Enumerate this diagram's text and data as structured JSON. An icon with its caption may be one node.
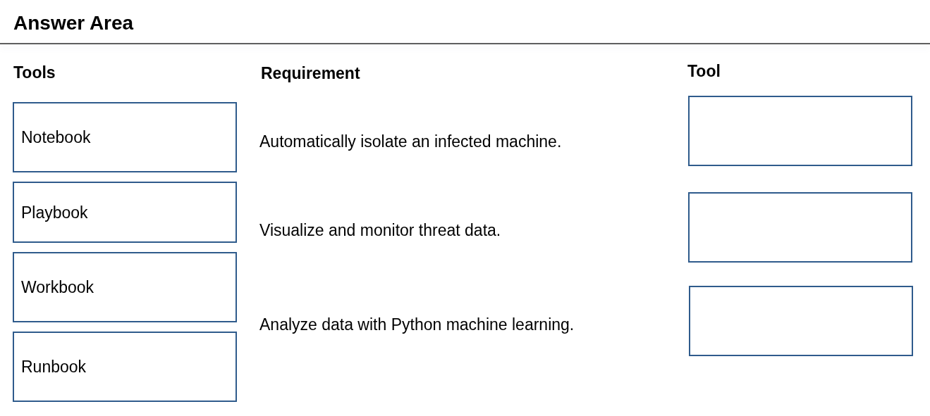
{
  "diagram": {
    "title": "Answer Area",
    "nodes": [
      {
        "text": [
          "Notebook"
        ]
      },
      {
        "text": [
          "Playbook"
        ]
      },
      {
        "text": [
          "Workbook"
        ]
      },
      {
        "text": [
          "Runbook"
        ]
      },
      {
        "text": [],
        "shape": "box"
      },
      {
        "text": [],
        "shape": "box"
      },
      {
        "text": [],
        "shape": "box"
      }
    ],
    "edges": [],
    "labels": [
      "Tools",
      "Requirement",
      "Tool",
      "Automatically isolate an infected machine.",
      "Visualize and monitor threat data.",
      "Analyze data with Python machine learning."
    ]
  }
}
